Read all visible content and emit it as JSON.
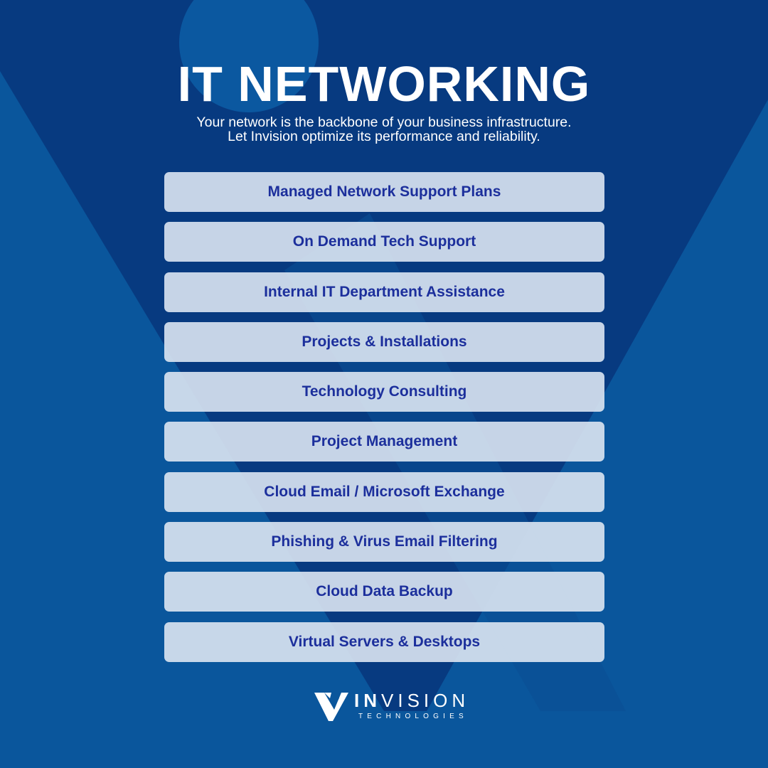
{
  "header": {
    "title": "IT NETWORKING",
    "subtitle_line1": "Your network is the backbone of your business infrastructure.",
    "subtitle_line2": "Let Invision optimize its performance and reliability."
  },
  "services": [
    "Managed Network Support Plans",
    "On Demand Tech Support",
    "Internal IT Department Assistance",
    "Projects & Installations",
    "Technology Consulting",
    "Project Management",
    "Cloud Email / Microsoft Exchange",
    "Phishing & Virus Email Filtering",
    "Cloud Data Backup",
    "Virtual Servers & Desktops"
  ],
  "logo": {
    "brand_bold": "IN",
    "brand_rest": "VISION",
    "tagline": "TECHNOLOGIES"
  },
  "colors": {
    "background": "#0a569c",
    "background_dark": "#073a80",
    "item_text": "#1c2f9c"
  }
}
